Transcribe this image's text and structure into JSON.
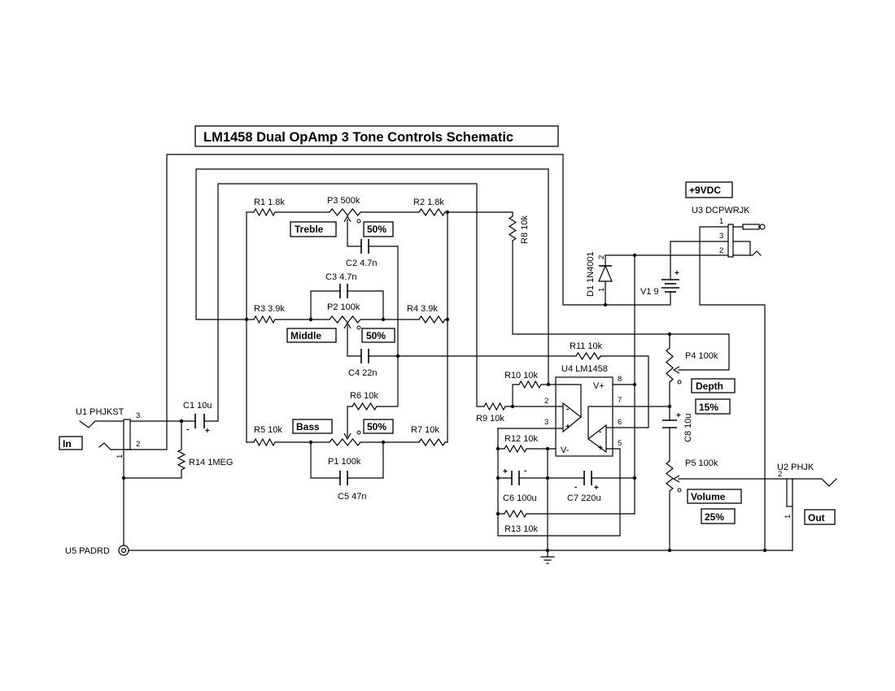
{
  "title": "LM1458 Dual OpAmp 3 Tone Controls Schematic",
  "components": {
    "R1": "R1 1.8k",
    "R2": "R2 1.8k",
    "R3": "R3 3.9k",
    "R4": "R4 3.9k",
    "R5": "R5 10k",
    "R6": "R6 10k",
    "R7": "R7 10k",
    "R8": "R8 10k",
    "R9": "R9 10k",
    "R10": "R10 10k",
    "R11": "R11 10k",
    "R12": "R12 10k",
    "R13": "R13 10k",
    "R14": "R14 1MEG",
    "P1": "P1 100k",
    "P2": "P2 100k",
    "P3": "P3 500k",
    "P4": "P4 100k",
    "P5": "P5 100k",
    "C1": "C1 10u",
    "C2": "C2 4.7n",
    "C3": "C3 4.7n",
    "C4": "C4 22n",
    "C5": "C5 47n",
    "C6": "C6 100u",
    "C7": "C7 220u",
    "C8": "C8 10u",
    "D1": "D1 1N4001",
    "V1": "V1 9",
    "U1": "U1 PHJKST",
    "U2": "U2 PHJK",
    "U3": "U3 DCPWRJK",
    "U4": "U4 LM1458",
    "U5": "U5 PADRD"
  },
  "controls": {
    "treble": {
      "label": "Treble",
      "value": "50%"
    },
    "middle": {
      "label": "Middle",
      "value": "50%"
    },
    "bass": {
      "label": "Bass",
      "value": "50%"
    },
    "depth": {
      "label": "Depth",
      "value": "15%"
    },
    "volume": {
      "label": "Volume",
      "value": "25%"
    }
  },
  "io": {
    "input": "In",
    "output": "Out",
    "power": "+9VDC"
  },
  "u1_pins": {
    "p1": "1",
    "p2": "2",
    "p3": "3"
  },
  "u2_pins": {
    "p1": "1",
    "p2": "2"
  },
  "u3_pins": {
    "p1": "1",
    "p2": "2",
    "p3": "3"
  },
  "u4_pins": {
    "p2": "2",
    "p3": "3",
    "p5": "5",
    "p6": "6",
    "p7": "7",
    "p8": "8",
    "vplus": "V+",
    "vminus": "V-"
  },
  "d1_pins": {
    "p1": "1",
    "p2": "2"
  },
  "polarity": {
    "plus": "+",
    "minus": "-"
  }
}
